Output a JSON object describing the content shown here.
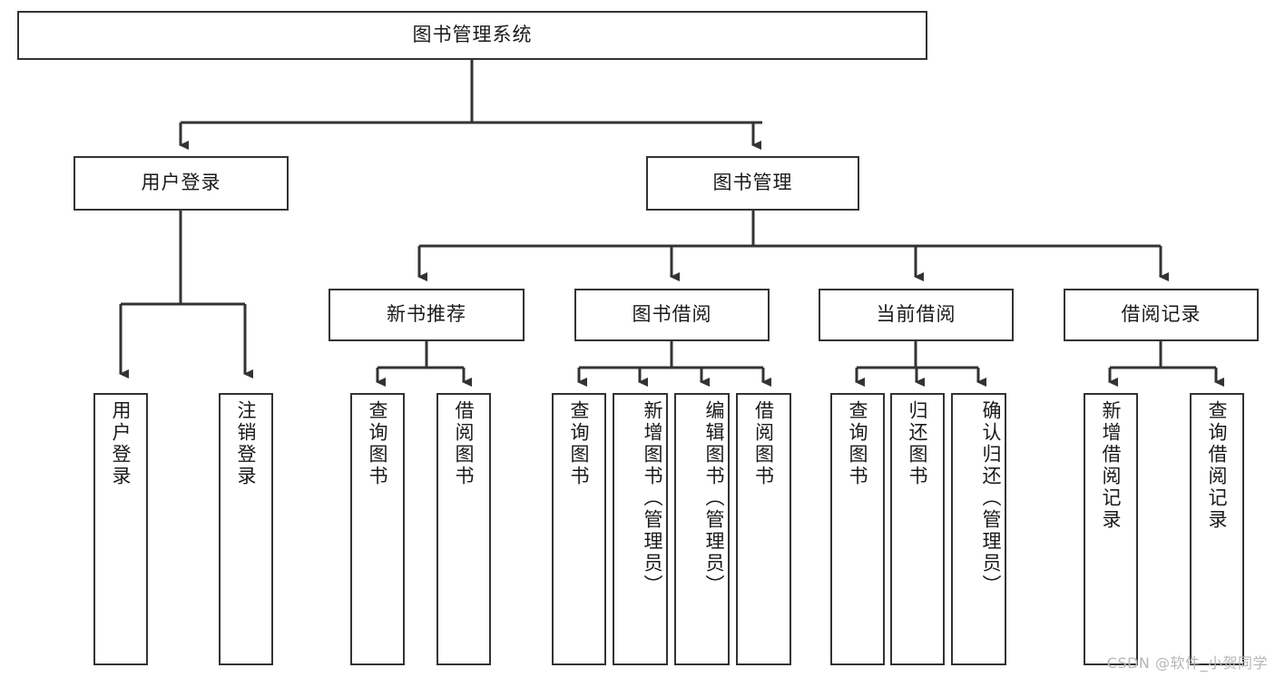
{
  "diagram": {
    "title": "图书管理系统",
    "watermark": "CSDN @软件_小贺同学",
    "stroke_color": "#333333",
    "background_color": "#ffffff",
    "root": {
      "label": "图书管理系统"
    },
    "level2": [
      {
        "label": "用户登录"
      },
      {
        "label": "图书管理"
      }
    ],
    "level3": [
      {
        "label": "新书推荐"
      },
      {
        "label": "图书借阅"
      },
      {
        "label": "当前借阅"
      },
      {
        "label": "借阅记录"
      }
    ],
    "leaves": {
      "user_login": [
        {
          "label": "用户登录"
        },
        {
          "label": "注销登录"
        }
      ],
      "new_book_recommend": [
        {
          "label": "查询图书"
        },
        {
          "label": "借阅图书"
        }
      ],
      "book_borrow": [
        {
          "label": "查询图书"
        },
        {
          "label": "新增图书（管理员）"
        },
        {
          "label": "编辑图书（管理员）"
        },
        {
          "label": "借阅图书"
        }
      ],
      "current_borrow": [
        {
          "label": "查询图书"
        },
        {
          "label": "归还图书"
        },
        {
          "label": "确认归还（管理员）"
        }
      ],
      "borrow_record": [
        {
          "label": "新增借阅记录"
        },
        {
          "label": "查询借阅记录"
        }
      ]
    }
  }
}
